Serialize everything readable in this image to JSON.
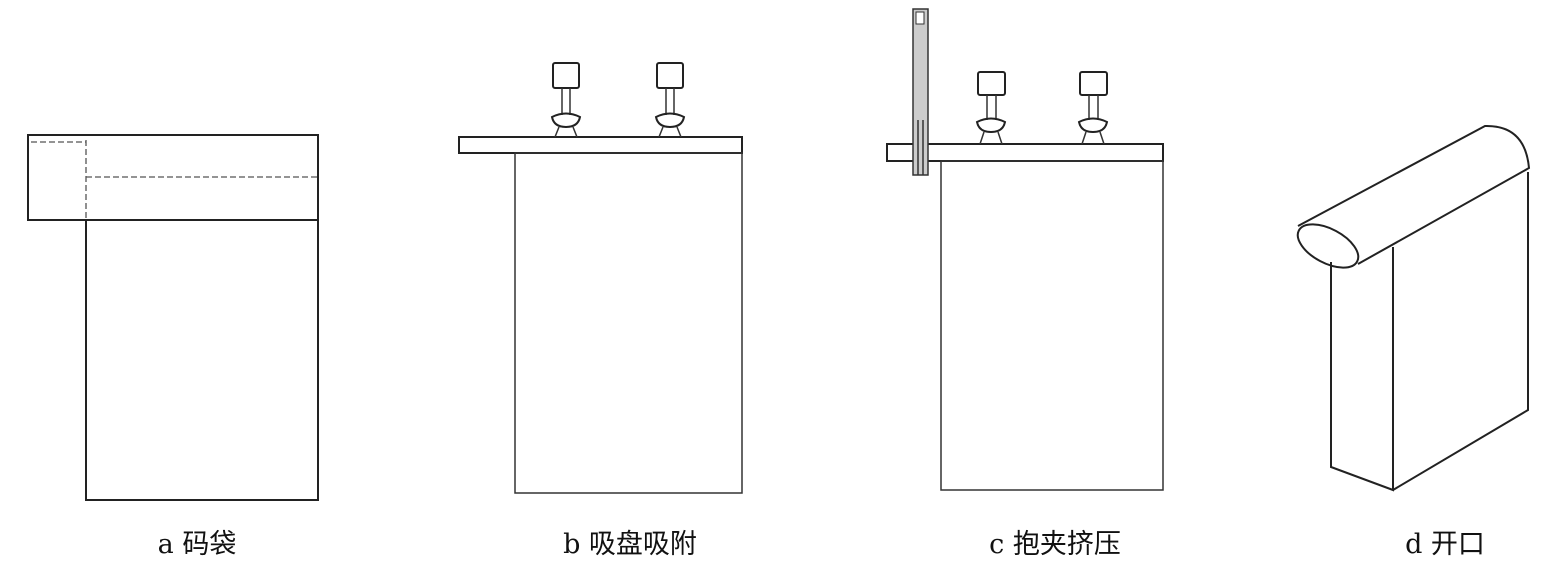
{
  "panels": [
    {
      "id": "a",
      "caption": "a 码袋"
    },
    {
      "id": "b",
      "caption": "b 吸盘吸附"
    },
    {
      "id": "c",
      "caption": "c 抱夹挤压"
    },
    {
      "id": "d",
      "caption": "d 开口"
    }
  ]
}
